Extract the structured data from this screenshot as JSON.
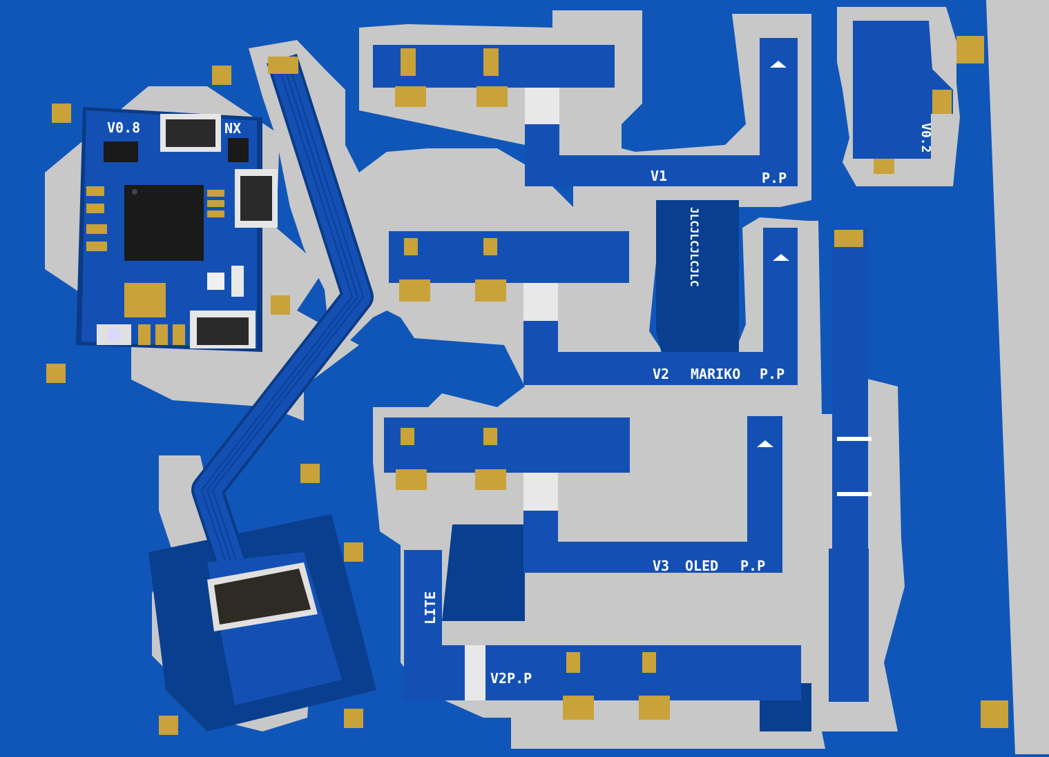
{
  "colors": {
    "substrate": "#1056b8",
    "substrate_dark": "#0a3f8f",
    "routed_area": "#c8c8c8",
    "board": "#1450b4",
    "board_edge": "#0b3b86",
    "pad_gold": "#c9a23a",
    "silkscreen": "#ffffff",
    "ic_black": "#1a1a1a"
  },
  "boards": {
    "main": {
      "version_label": "V0.8",
      "name_label": "NX"
    },
    "v1": {
      "label": "V1",
      "suffix": "P.P"
    },
    "v2": {
      "label": "V2",
      "model": "MARIKO",
      "suffix": "P.P"
    },
    "v3": {
      "label": "V3",
      "model": "OLED",
      "suffix": "P.P"
    },
    "lite": {
      "label": "LITE",
      "suffix": "V2P.P"
    },
    "small": {
      "version_label": "V0.2"
    },
    "panel_text": "JLCJLCJLCJLC"
  }
}
